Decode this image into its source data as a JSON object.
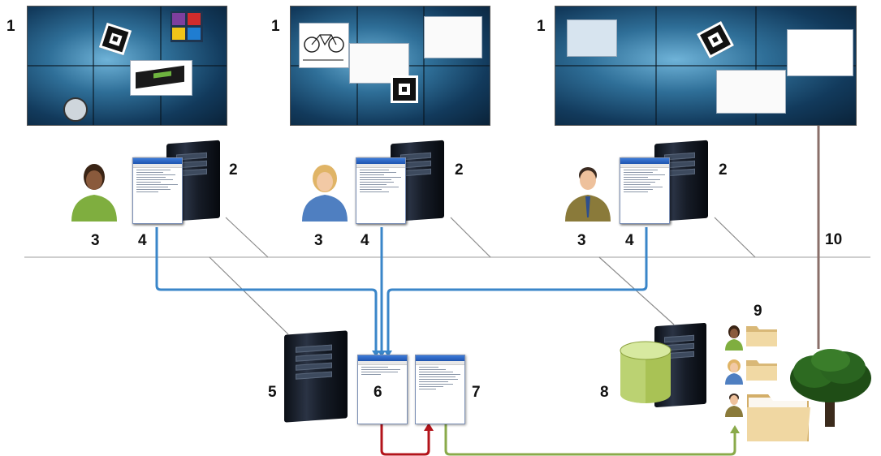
{
  "labels": {
    "wall_left": "1",
    "wall_center": "1",
    "wall_right": "1",
    "pc_left": "2",
    "pc_center": "2",
    "pc_right": "2",
    "user_left": "3",
    "user_center": "3",
    "user_right": "3",
    "editor_left": "4",
    "editor_center": "4",
    "editor_right": "4",
    "server": "5",
    "editor_server_a": "6",
    "editor_server_b": "7",
    "database": "8",
    "user_folders": "9",
    "result_arrow": "10"
  },
  "colors": {
    "blue_flow": "#3a86c9",
    "red_flow": "#b3141b",
    "green_flow": "#8aaa4a",
    "brown_flow": "#8a6f6a",
    "network_line": "#aaaaaa"
  },
  "icons": {
    "wall": "video-wall-icon",
    "pc": "computer-tower-icon",
    "user": "user-avatar-icon",
    "editor": "code-editor-window-icon",
    "database": "database-cylinder-icon",
    "folder": "folder-icon",
    "tree": "tree-icon",
    "marker": "fiducial-marker-icon"
  }
}
